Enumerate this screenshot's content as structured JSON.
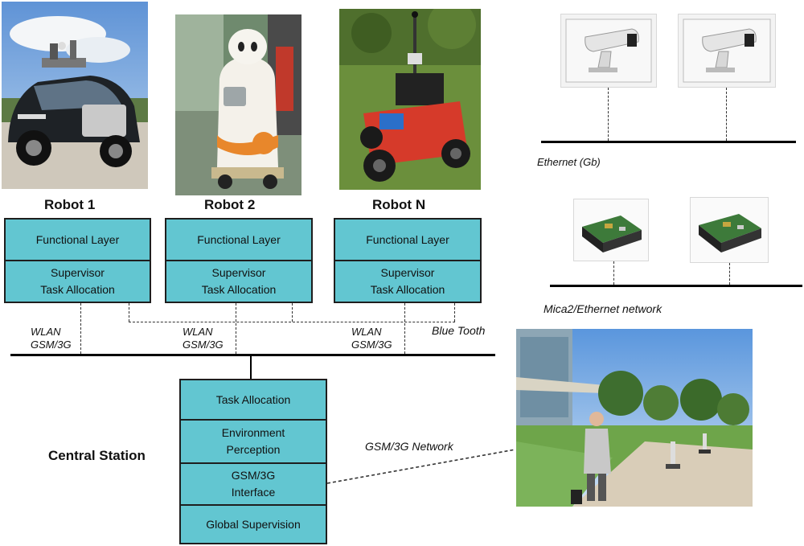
{
  "robots": [
    {
      "label": "Robot 1",
      "functional": "Functional Layer",
      "supervisor_line1": "Supervisor",
      "supervisor_line2": "Task Allocation",
      "wlan": "WLAN",
      "gsm": "GSM/3G"
    },
    {
      "label": "Robot 2",
      "functional": "Functional Layer",
      "supervisor_line1": "Supervisor",
      "supervisor_line2": "Task Allocation",
      "wlan": "WLAN",
      "gsm": "GSM/3G"
    },
    {
      "label": "Robot N",
      "functional": "Functional Layer",
      "supervisor_line1": "Supervisor",
      "supervisor_line2": "Task Allocation",
      "wlan": "WLAN",
      "gsm": "GSM/3G"
    }
  ],
  "bluetooth_label": "Blue Tooth",
  "ethernet_label": "Ethernet (Gb)",
  "mica_label": "Mica2/Ethernet network",
  "gsm_network_label": "GSM/3G Network",
  "central_station": {
    "label": "Central Station",
    "task_allocation": "Task Allocation",
    "env_line1": "Environment",
    "env_line2": "Perception",
    "gsm_line1": "GSM/3G",
    "gsm_line2": "Interface",
    "global_supervision": "Global Supervision"
  },
  "colors": {
    "box_fill": "#62c6d1",
    "robot2_orange": "#e8872b",
    "robotN_red": "#d63a2a",
    "sensor_board_green": "#3d7a3a"
  }
}
